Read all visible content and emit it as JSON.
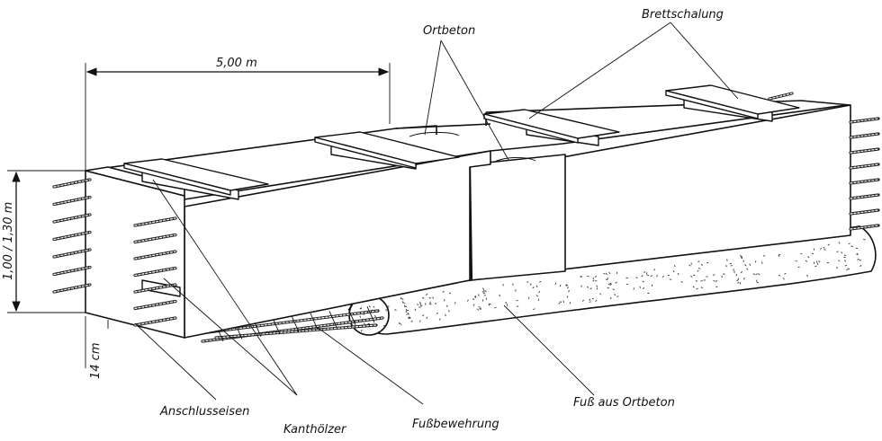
{
  "labels": {
    "brettschalung": "Brettschalung",
    "ortbeton": "Ortbeton",
    "length": "5,00 m",
    "height": "1,00 / 1,30 m",
    "thickness": "14 cm",
    "anschlusseisen": "Anschlusseisen",
    "kanthoelzer": "Kanthölzer",
    "fussbewehrung": "Fußbewehrung",
    "fuss_aus_ortbeton": "Fuß aus Ortbeton"
  },
  "colors": {
    "ink": "#111111",
    "paper": "#ffffff"
  }
}
